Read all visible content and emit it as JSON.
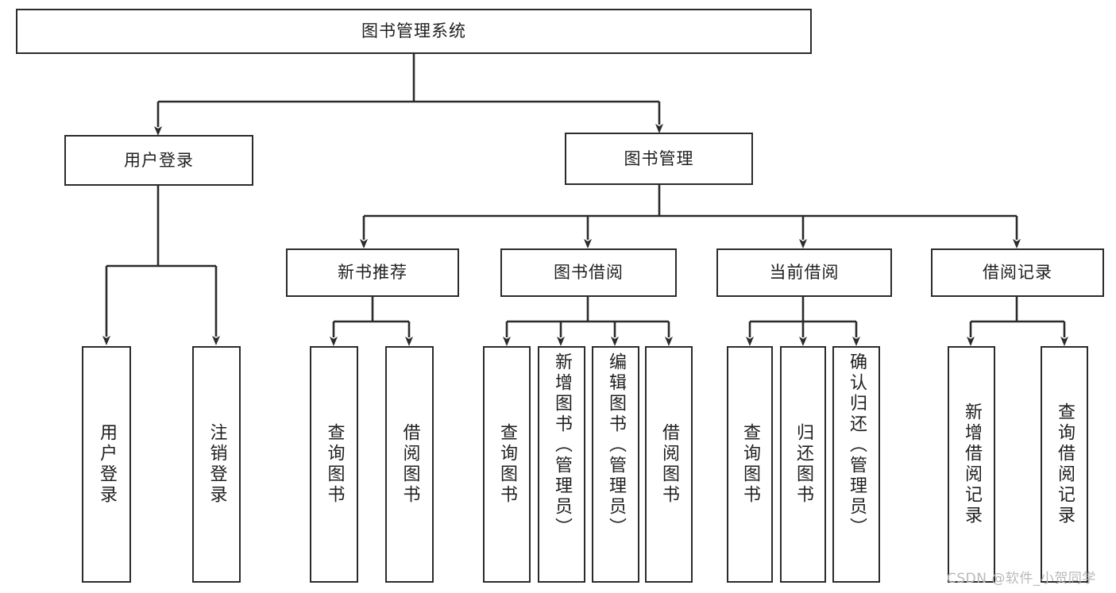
{
  "diagram": {
    "type": "tree-hierarchy-diagram",
    "title": "图书管理系统",
    "colors": {
      "box_border": "#2b2b2b",
      "box_fill": "#ffffff",
      "connector": "#2b2b2b",
      "text": "#1f1f1f",
      "watermark": "#b9b9b9",
      "background": "#ffffff"
    },
    "root": {
      "label": "图书管理系统"
    },
    "level2": [
      {
        "label": "用户登录"
      },
      {
        "label": "图书管理"
      }
    ],
    "level3": [
      {
        "label": "新书推荐"
      },
      {
        "label": "图书借阅"
      },
      {
        "label": "当前借阅"
      },
      {
        "label": "借阅记录"
      }
    ],
    "leaves": {
      "user_login": [
        {
          "label": "用户登录"
        },
        {
          "label": "注销登录"
        }
      ],
      "new_book_recommend": [
        {
          "label": "查询图书"
        },
        {
          "label": "借阅图书"
        }
      ],
      "book_borrow": [
        {
          "label": "查询图书"
        },
        {
          "label": "新增图书（管理员）"
        },
        {
          "label": "编辑图书（管理员）"
        },
        {
          "label": "借阅图书"
        }
      ],
      "current_borrow": [
        {
          "label": "查询图书"
        },
        {
          "label": "归还图书"
        },
        {
          "label": "确认归还（管理员）"
        }
      ],
      "borrow_record": [
        {
          "label": "新增借阅记录"
        },
        {
          "label": "查询借阅记录"
        }
      ]
    }
  },
  "watermark": {
    "text": "CSDN @软件_小贺同学"
  }
}
